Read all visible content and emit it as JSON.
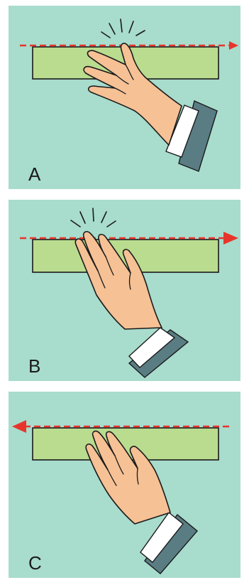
{
  "colors": {
    "panel_bg": "#a8dccd",
    "board_fill": "#b9dc8f",
    "arrow": "#e8352b",
    "skin": "#f5c195",
    "sleeve": "#5a7d84",
    "cuff": "#ffffff",
    "outline": "#1a1a1a"
  },
  "panels": [
    {
      "label": "A",
      "arrow_direction": "right"
    },
    {
      "label": "B",
      "arrow_direction": "right"
    },
    {
      "label": "C",
      "arrow_direction": "left"
    }
  ]
}
